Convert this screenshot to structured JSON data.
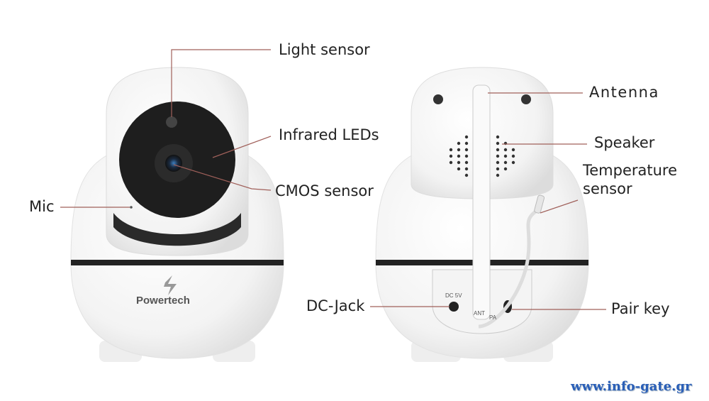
{
  "labels": {
    "light_sensor": "Light sensor",
    "infrared_leds": "Infrared LEDs",
    "cmos_sensor": "CMOS sensor",
    "mic": "Mic",
    "antenna": "Antenna",
    "speaker": "Speaker",
    "temperature_sensor_line1": "Temperature",
    "temperature_sensor_line2": "sensor",
    "dc_jack": "DC-Jack",
    "pair_key": "Pair key"
  },
  "brand": "Powertech",
  "port_markings": {
    "dc": "DC 5V",
    "ant": "ANT",
    "pair": "PA"
  },
  "watermark": "www.info-gate.gr",
  "colors": {
    "leader_line": "#a0605a",
    "watermark": "#2a5fb8"
  }
}
